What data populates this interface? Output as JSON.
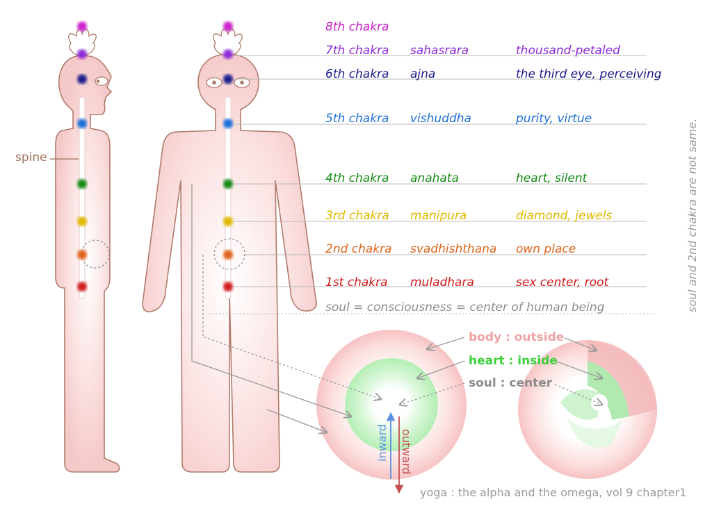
{
  "rows": [
    {
      "num": "8th chakra",
      "name": "",
      "meaning": "",
      "color": "#cc22cc"
    },
    {
      "num": "7th chakra",
      "name": "sahasrara",
      "meaning": "thousand-petaled",
      "color": "#8e2ad6"
    },
    {
      "num": "6th chakra",
      "name": "ajna",
      "meaning": "the third eye, perceiving",
      "color": "#1a1a8c"
    },
    {
      "num": "5th chakra",
      "name": "vishuddha",
      "meaning": "purity, virtue",
      "color": "#1e6fd8"
    },
    {
      "num": "4th chakra",
      "name": "anahata",
      "meaning": "heart, silent",
      "color": "#148a14"
    },
    {
      "num": "3rd chakra",
      "name": "manipura",
      "meaning": "diamond, jewels",
      "color": "#e0b800"
    },
    {
      "num": "2nd chakra",
      "name": "svadhishthana",
      "meaning": "own place",
      "color": "#e0641a"
    },
    {
      "num": "1st chakra",
      "name": "muladhara",
      "meaning": "sex center, root",
      "color": "#d01a1a"
    }
  ],
  "spine_label": "spine",
  "soul_line": "soul = consciousness = center of human being",
  "side_note": "soul and 2nd chakra are not same.",
  "sphere_labels": {
    "body": "body : outside",
    "heart": "heart : inside",
    "soul": "soul : center"
  },
  "direction": {
    "inward": "inward",
    "outward": "outward"
  },
  "caption": "yoga : the alpha and the omega, vol 9 chapter1",
  "colors": {
    "body_fill": "#f7cfcf",
    "body_stroke": "#b07a6a",
    "heart": "#bdf0bd",
    "body_label": "#f2a3a3",
    "heart_label": "#3fd03f",
    "soul_label": "#8c8c8c",
    "inward": "#5b8ee0",
    "outward": "#c25050"
  }
}
